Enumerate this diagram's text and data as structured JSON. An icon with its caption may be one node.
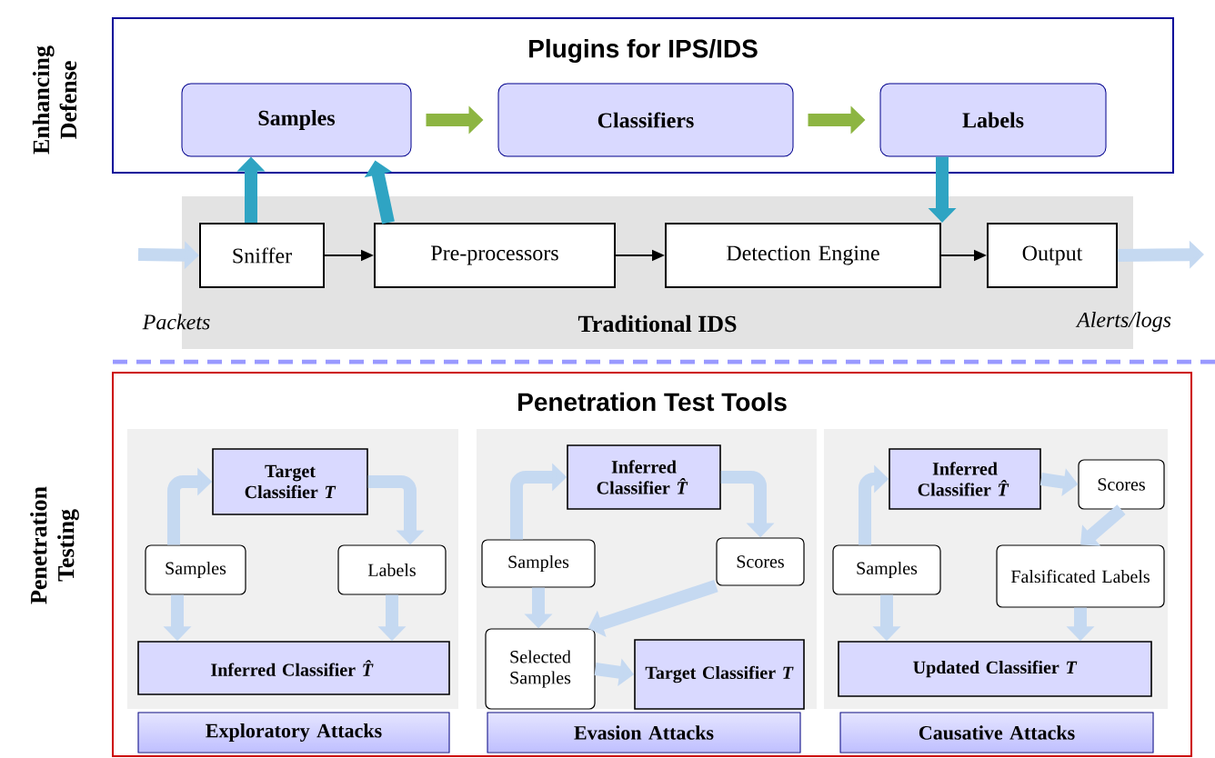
{
  "diagram": {
    "nodes": [
      {
        "text": [
          "Plugins for IPS/IDS"
        ]
      },
      {
        "text": [
          "Samples"
        ],
        "in": 0
      },
      {
        "text": [
          "Classifiers"
        ],
        "in": 0
      },
      {
        "text": [
          "Labels"
        ],
        "in": 0
      },
      {
        "text": [
          "Traditional IDS"
        ]
      },
      {
        "text": [
          "Sniffer"
        ],
        "in": 4
      },
      {
        "text": [
          "Pre-processors"
        ],
        "in": 4
      },
      {
        "text": [
          "Detection Engine"
        ],
        "in": 4
      },
      {
        "text": [
          "Output"
        ],
        "in": 4
      },
      {
        "text": [
          "Penetration Test Tools"
        ]
      },
      {
        "text": [],
        "shape": "box",
        "in": 9
      },
      {
        "text": [
          "Target Classifier *T*"
        ],
        "in": 10
      },
      {
        "text": [
          "Samples"
        ],
        "in": 10
      },
      {
        "text": [
          "Labels"
        ],
        "in": 10
      },
      {
        "text": [
          "Inferred Classifier *T̂*"
        ],
        "in": 10
      },
      {
        "text": [
          "Exploratory Attacks"
        ],
        "in": 9
      },
      {
        "text": [],
        "shape": "box",
        "in": 9
      },
      {
        "text": [
          "Inferred Classifier *T̂*"
        ],
        "in": 16
      },
      {
        "text": [
          "Samples"
        ],
        "in": 16
      },
      {
        "text": [
          "Scores"
        ],
        "in": 16
      },
      {
        "text": [
          "Selected Samples"
        ],
        "in": 16
      },
      {
        "text": [
          "Target Classifier *T*"
        ],
        "in": 16
      },
      {
        "text": [
          "Evasion Attacks"
        ],
        "in": 9
      },
      {
        "text": [],
        "shape": "box",
        "in": 9
      },
      {
        "text": [
          "Inferred Classifier *T̂*"
        ],
        "in": 23
      },
      {
        "text": [
          "Scores"
        ],
        "in": 23
      },
      {
        "text": [
          "Samples"
        ],
        "in": 23
      },
      {
        "text": [
          "Falsificated Labels"
        ],
        "in": 23
      },
      {
        "text": [
          "Updated Classifier *T*"
        ],
        "in": 23
      },
      {
        "text": [
          "Causative Attacks"
        ],
        "in": 9
      }
    ],
    "edges": [
      {
        "from": 5,
        "to": 6,
        "arrow": "to",
        "color": "#000000"
      },
      {
        "from": 6,
        "to": 7,
        "arrow": "to",
        "color": "#000000"
      },
      {
        "from": 7,
        "to": 8,
        "arrow": "to",
        "color": "#000000"
      },
      {
        "from": 1,
        "to": 2,
        "arrow": "to",
        "color": "#8db542"
      },
      {
        "from": 2,
        "to": 3,
        "arrow": "to",
        "color": "#8db542"
      },
      {
        "from": 5,
        "to": 1,
        "arrow": "to",
        "color": "#2fa4c3"
      },
      {
        "from": 6,
        "to": 1,
        "arrow": "to",
        "color": "#2fa4c3"
      },
      {
        "from": 3,
        "to": 7,
        "arrow": "to",
        "color": "#2fa4c3"
      },
      {
        "from": null,
        "to": 5,
        "arrow": "to"
      },
      {
        "from": 8,
        "to": null,
        "arrow": "to"
      },
      {
        "from": 12,
        "to": 11,
        "arrow": "to"
      },
      {
        "from": 11,
        "to": 13,
        "arrow": "to"
      },
      {
        "from": 12,
        "to": 14,
        "arrow": "to"
      },
      {
        "from": 13,
        "to": 14,
        "arrow": "to"
      },
      {
        "from": 18,
        "to": 17,
        "arrow": "to"
      },
      {
        "from": 17,
        "to": 19,
        "arrow": "to"
      },
      {
        "from": 18,
        "to": 20,
        "arrow": "to"
      },
      {
        "from": 19,
        "to": 20,
        "arrow": "to"
      },
      {
        "from": 20,
        "to": 21,
        "arrow": "to"
      },
      {
        "from": 26,
        "to": 24,
        "arrow": "to"
      },
      {
        "from": 24,
        "to": 25,
        "arrow": "to"
      },
      {
        "from": 25,
        "to": 27,
        "arrow": "to"
      },
      {
        "from": 26,
        "to": 28,
        "arrow": "to"
      },
      {
        "from": 27,
        "to": 28,
        "arrow": "to"
      }
    ],
    "labels": [
      "Enhancing Defense",
      "Packets",
      "Alerts/logs",
      "Penetration Testing"
    ]
  }
}
